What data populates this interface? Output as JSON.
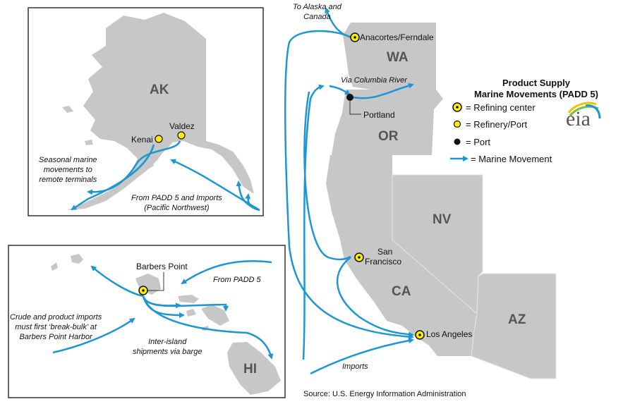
{
  "title": "Product Supply Marine Movements (PADD 5)",
  "legend": {
    "title_line1": "Product Supply",
    "title_line2": "Marine Movements (PADD 5)",
    "items": [
      {
        "icon": "refining-center-icon",
        "label": "= Refining center"
      },
      {
        "icon": "refinery-port-icon",
        "label": "= Refinery/Port"
      },
      {
        "icon": "port-icon",
        "label": "= Port"
      },
      {
        "icon": "marine-movement-arrow-icon",
        "label": "= Marine Movement"
      }
    ]
  },
  "logo": {
    "text": "eia"
  },
  "states": {
    "AK": "AK",
    "WA": "WA",
    "OR": "OR",
    "CA": "CA",
    "NV": "NV",
    "AZ": "AZ",
    "HI": "HI"
  },
  "locations": {
    "kenai": "Kenai",
    "valdez": "Valdez",
    "anacortes": "Anacortes/Ferndale",
    "portland": "Portland",
    "san_francisco_1": "San",
    "san_francisco_2": "Francisco",
    "los_angeles": "Los Angeles",
    "barbers_point": "Barbers Point"
  },
  "annotations": {
    "to_alaska_1": "To Alaska and",
    "to_alaska_2": "Canada",
    "columbia": "Via Columbia River",
    "seasonal_1": "Seasonal marine",
    "seasonal_2": "movements to",
    "seasonal_3": "remote terminals",
    "from_padd5_imports_1": "From PADD 5 and Imports",
    "from_padd5_imports_2": "(Pacific Northwest)",
    "from_padd5": "From PADD 5",
    "crude_1": "Crude and product imports",
    "crude_2": "must first ‘break-bulk’ at",
    "crude_3": "Barbers Point Harbor",
    "interisland_1": "Inter-island",
    "interisland_2": "shipments via barge",
    "imports": "Imports"
  },
  "source": "Source: U.S. Energy Information Administration",
  "colors": {
    "land": "#c8c7c8",
    "arrow": "#1e96d2",
    "marker_fill": "#ffee00",
    "marker_stroke": "#111111",
    "state_label": "#555555"
  }
}
